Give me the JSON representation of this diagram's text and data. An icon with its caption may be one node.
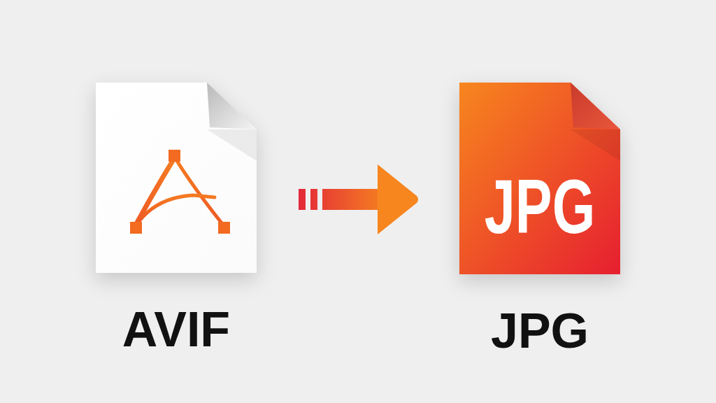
{
  "diagram": {
    "nodes": [
      {
        "text": [
          "AVIF"
        ]
      },
      {
        "text": [
          "JPG",
          "JPG"
        ]
      }
    ],
    "edges": [
      {
        "from": 0,
        "to": 1,
        "arrow": "to",
        "style": "thick"
      }
    ]
  }
}
